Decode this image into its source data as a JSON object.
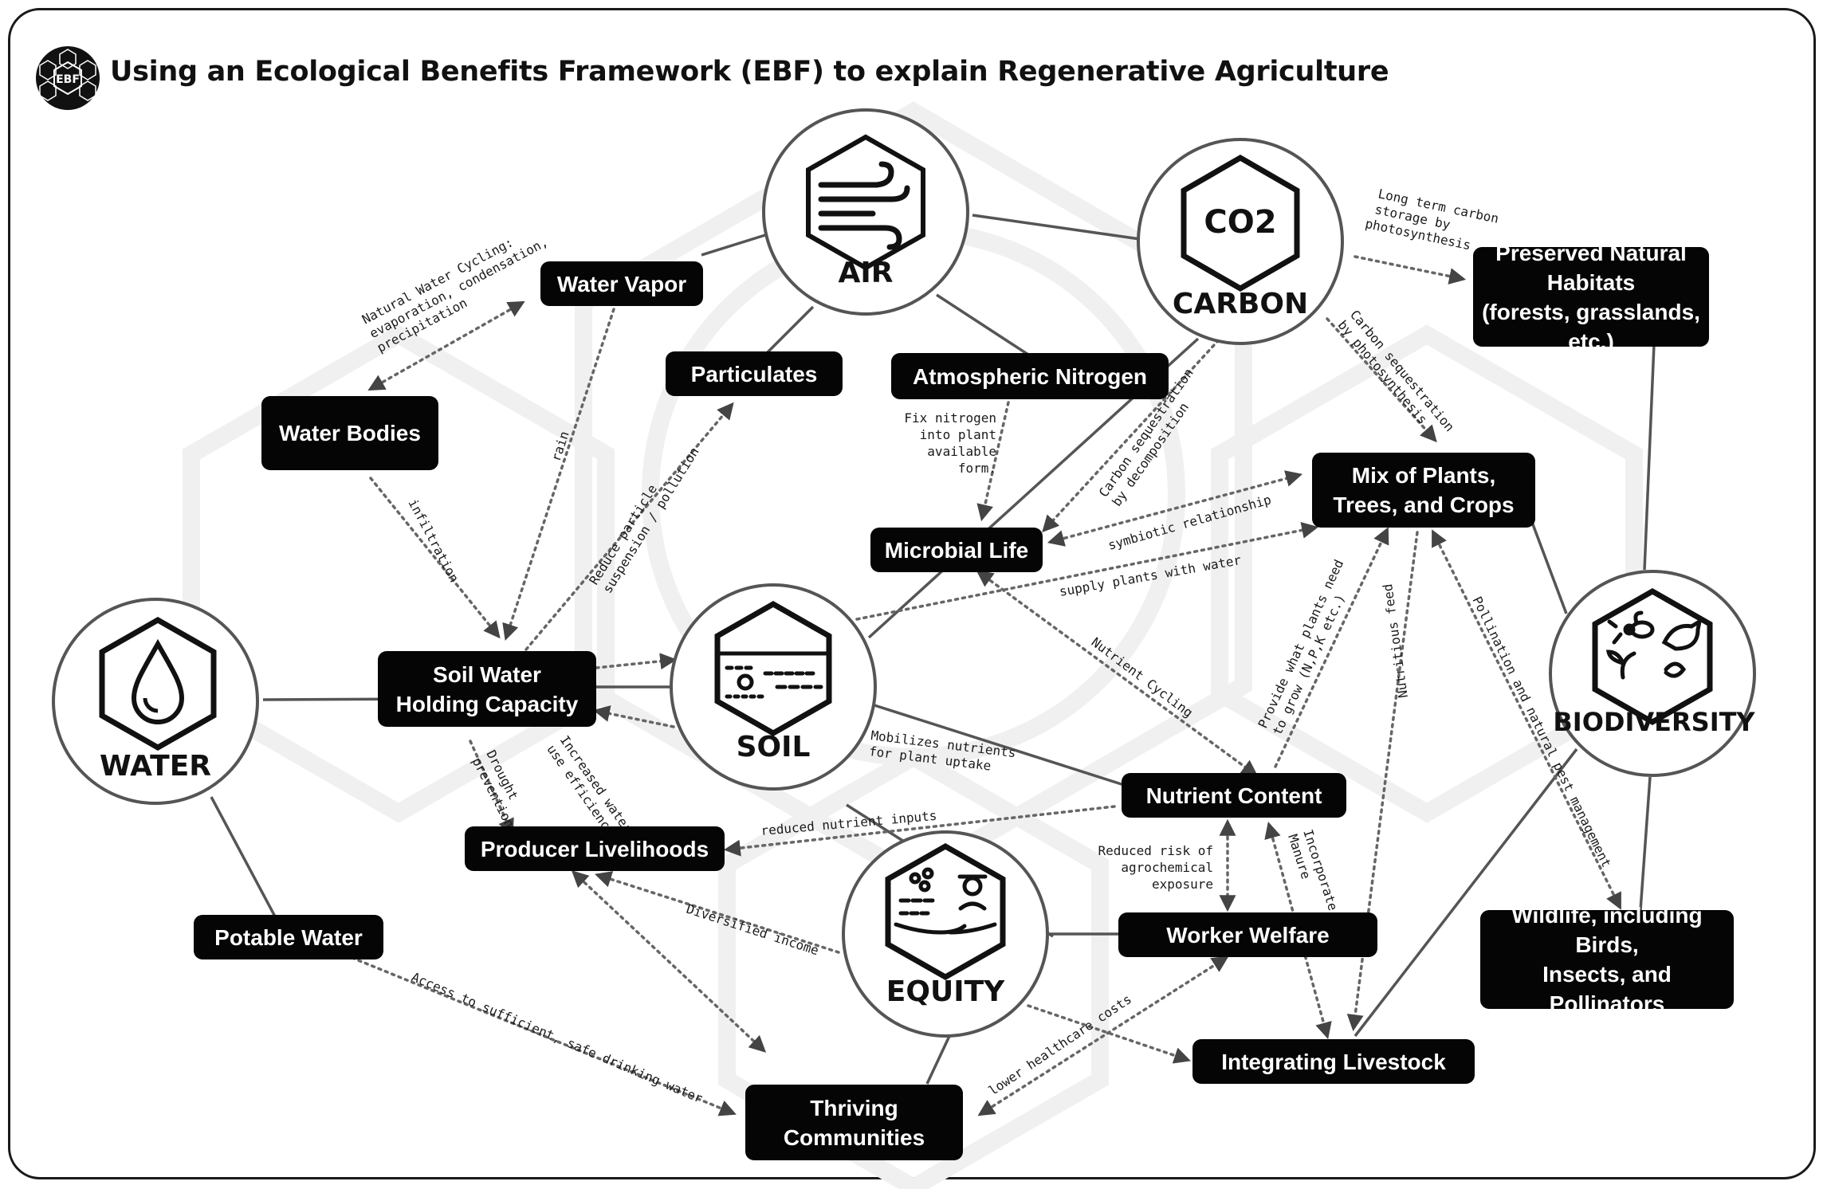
{
  "title": "Using an Ecological Benefits Framework (EBF) to explain Regenerative Agriculture",
  "logo": {
    "text": "EBF",
    "icon": "ebf-logo-icon"
  },
  "hubs": {
    "air": {
      "label": "AIR",
      "icon": "wind-icon"
    },
    "carbon": {
      "label": "CARBON",
      "icon": "co2-icon",
      "icon_text": "CO2"
    },
    "water": {
      "label": "WATER",
      "icon": "water-drop-icon"
    },
    "soil": {
      "label": "SOIL",
      "icon": "soil-layers-icon"
    },
    "equity": {
      "label": "EQUITY",
      "icon": "farmer-hands-icon"
    },
    "biodiversity": {
      "label": "BIODIVERSITY",
      "icon": "bee-bird-plant-icon"
    }
  },
  "nodes": {
    "water_vapor": "Water Vapor",
    "particulates": "Particulates",
    "atmospheric_nitrogen": "Atmospheric Nitrogen",
    "water_bodies": "Water Bodies",
    "preserved_habitats": "Preserved Natural\nHabitats\n(forests, grasslands, etc.)",
    "mix_plants": "Mix of Plants,\nTrees, and Crops",
    "microbial_life": "Microbial Life",
    "soil_water": "Soil Water\nHolding Capacity",
    "nutrient_content": "Nutrient Content",
    "producer_livelihoods": "Producer Livelihoods",
    "potable_water": "Potable Water",
    "worker_welfare": "Worker Welfare",
    "wildlife": "Wildlife, including Birds,\nInsects, and Pollinators",
    "integrating_livestock": "Integrating Livestock",
    "thriving_communities": "Thriving\nCommunities"
  },
  "edge_labels": {
    "water_cycle": [
      "Natural Water Cycling:",
      "evaporation, condensation,",
      "precipitation"
    ],
    "rain": "rain",
    "infiltration": "infiltration",
    "particle": [
      "Reduce particle",
      "suspension / pollution"
    ],
    "fix_nitrogen": [
      "Fix nitrogen",
      "into plant",
      "available",
      "form."
    ],
    "carbon_decomp": [
      "Carbon sequestration",
      "by decomposition"
    ],
    "carbon_photo": [
      "Carbon sequestration",
      "by photosynthesis"
    ],
    "long_term": [
      "Long term carbon",
      "storage by",
      "photosynthesis"
    ],
    "symbiotic": "symbiotic relationship",
    "supply_water": "supply plants with water",
    "nutrient_cycling": "Nutrient Cycling",
    "provide": [
      "Provide what plants need",
      "to grow (N,P,K etc.)"
    ],
    "nutritious_feed": "Nutritious feed",
    "pollination": "Pollination and natural pest management",
    "mobilizes": [
      "Mobilizes nutrients",
      "for plant uptake"
    ],
    "drought": [
      "Drought",
      "prevention"
    ],
    "water_efficiency": [
      "Increased water",
      "use efficiency"
    ],
    "reduced_inputs": "reduced nutrient inputs",
    "reduced_risk": [
      "Reduced risk of",
      "agrochemical",
      "exposure"
    ],
    "manure": [
      "Incorporate",
      "Manure"
    ],
    "diversified": "Diversified income",
    "drinking": "Access to sufficient, safe drinking water",
    "healthcare": "lower healthcare costs"
  },
  "colors": {
    "line": "#555555",
    "dotted": "#666666",
    "node_fill": "#050505",
    "node_text": "#ffffff",
    "frame": "#1a1a1a"
  }
}
